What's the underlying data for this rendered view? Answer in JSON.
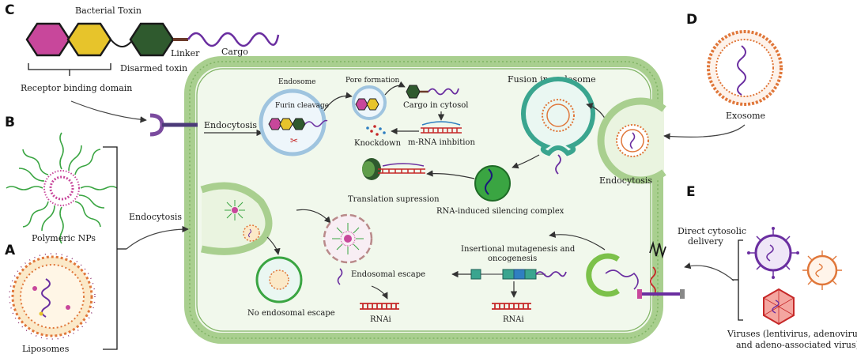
{
  "panels": {
    "a": "A",
    "b": "B",
    "c": "C",
    "d": "D",
    "e": "E"
  },
  "panel_c": {
    "bacterial_toxin": "Bacterial Toxin",
    "linker": "Linker",
    "cargo": "Cargo",
    "disarmed_toxin": "Disarmed toxin",
    "receptor_binding_domain": "Receptor binding domain"
  },
  "panel_b": {
    "polymeric_nps": "Polymeric NPs",
    "endocytosis": "Endocytosis"
  },
  "panel_a": {
    "liposomes": "Liposomes"
  },
  "panel_d": {
    "exosome": "Exosome"
  },
  "panel_e": {
    "direct_delivery_1": "Direct cytosolic",
    "direct_delivery_2": "delivery",
    "viruses_1": "Viruses (lentivirus, adenovirus,",
    "viruses_2": "and adeno-associated virus)"
  },
  "cell": {
    "endosome": "Endosome",
    "endocytosis_top": "Endocytosis",
    "furin_cleavage": "Furin cleavage",
    "pore_formation": "Pore formation",
    "cargo_in_cytosol": "Cargo in cytosol",
    "knockdown": "Knockdown",
    "mrna_inhibition": "m-RNA inhbition",
    "fusion_in_endosome": "Fusion in endosome",
    "endocytosis_right": "Endocytosis",
    "translation_supression": "Translation supression",
    "risc": "RNA-induced silencing complex",
    "no_endosomal_escape": "No endosomal escape",
    "endosomal_escape": "Endosomal escape",
    "rnai_left": "RNAi",
    "rnai_right": "RNAi",
    "insertional_1": "Insertional mutagenesis and",
    "insertional_2": "oncogenesis"
  },
  "colors": {
    "membrane": "#a9cf8f",
    "membrane_dark": "#7fb363",
    "magenta": "#c8479b",
    "yellow": "#e7c42b",
    "dark_green": "#2f5a2e",
    "purple": "#6a2ea0",
    "orange": "#e0773a",
    "teal": "#3aa58f",
    "red": "#c62828",
    "blue": "#2f7fc1"
  }
}
